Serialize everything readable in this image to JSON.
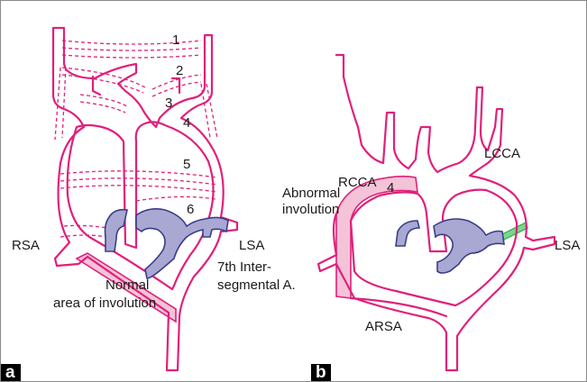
{
  "panels": [
    {
      "tag": "a",
      "labels": {
        "arch1": "1",
        "arch2": "2",
        "arch3": "3",
        "arch4": "4",
        "arch5": "5",
        "arch6": "6",
        "rsa": "RSA",
        "lsa": "LSA",
        "intersegmental_1": "7th Inter-",
        "intersegmental_2": "segmental A.",
        "normal_1": "Normal",
        "normal_2": "area of involution"
      }
    },
    {
      "tag": "b",
      "labels": {
        "rcca": "RCCA",
        "lcca": "LCCA",
        "arch4": "4",
        "abnormal_1": "Abnormal",
        "abnormal_2": "involution",
        "lsa": "LSA",
        "arsa": "ARSA"
      }
    }
  ],
  "colors": {
    "vessel": "#e0207a",
    "involution_fill": "#f4c3d8",
    "pulmonary_artery": "#a8a8d2",
    "ductus": "#33bb55",
    "panel_tag_bg": "#000000"
  }
}
